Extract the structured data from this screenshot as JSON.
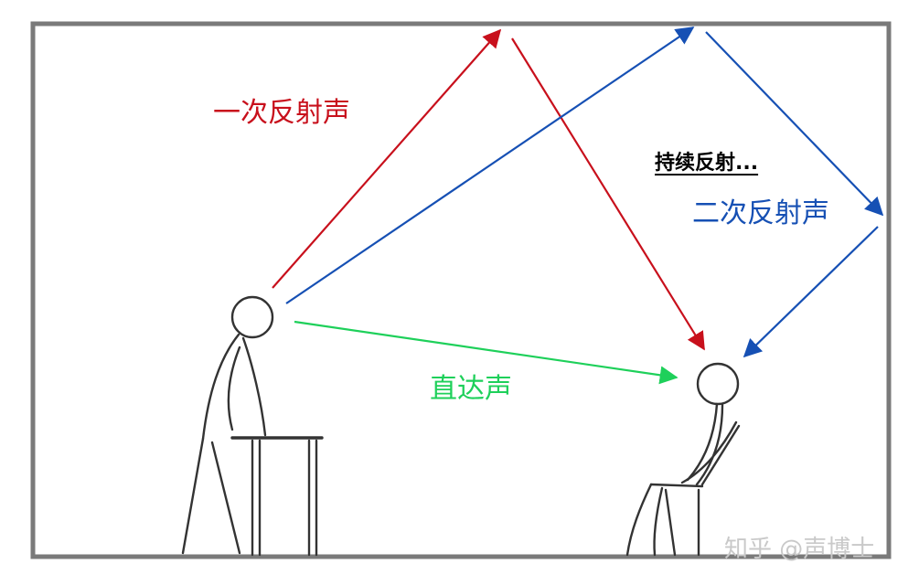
{
  "labels": {
    "first_reflection": "一次反射声",
    "second_reflection": "二次反射声",
    "continuous_reflection": "持续反射...",
    "direct_sound": "直达声"
  },
  "watermark": "知乎 @声博士",
  "colors": {
    "first_reflection": "#c8101c",
    "second_reflection": "#1650b4",
    "direct_sound": "#1ed05a",
    "room_wall": "#7a7a7a",
    "figure_stroke": "#333333"
  }
}
